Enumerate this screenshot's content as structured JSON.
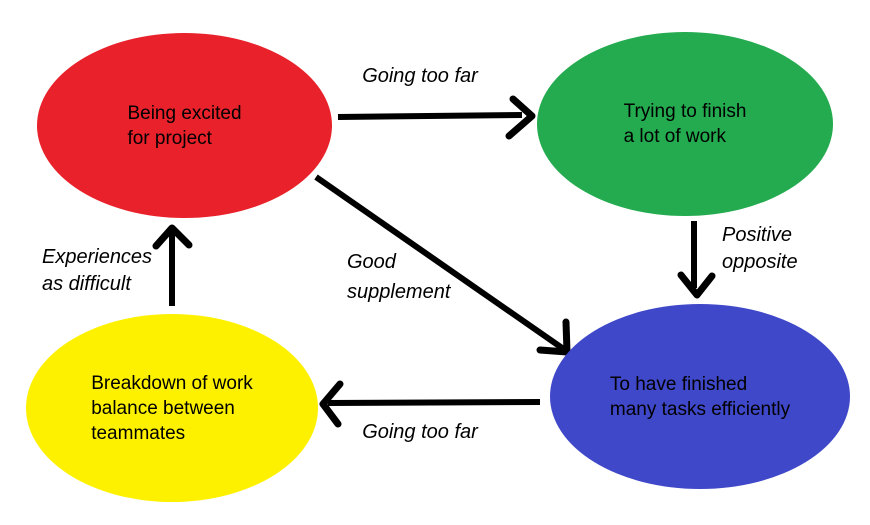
{
  "diagram": {
    "background": "#ffffff",
    "text_color": "#000000",
    "arrow_color": "#000000",
    "nodes": {
      "red": {
        "color": "#E8212A",
        "lines": [
          "Being excited",
          "for project"
        ]
      },
      "green": {
        "color": "#24AB4F",
        "lines": [
          "Trying to finish",
          "a lot of work"
        ]
      },
      "blue": {
        "color": "#3F48C8",
        "lines": [
          "To have finished",
          "many tasks efficiently"
        ]
      },
      "yellow": {
        "color": "#FDF100",
        "lines": [
          "Breakdown of work",
          "balance between",
          "teammates"
        ]
      }
    },
    "edges": {
      "red_to_green": {
        "label": "Going too far"
      },
      "green_to_blue": {
        "lines": [
          "Positive",
          "opposite"
        ]
      },
      "red_to_blue": {
        "lines": [
          "Good",
          "supplement"
        ]
      },
      "blue_to_yellow": {
        "label": "Going too far"
      },
      "yellow_to_red": {
        "lines": [
          "Experiences",
          "as difficult"
        ]
      }
    }
  }
}
